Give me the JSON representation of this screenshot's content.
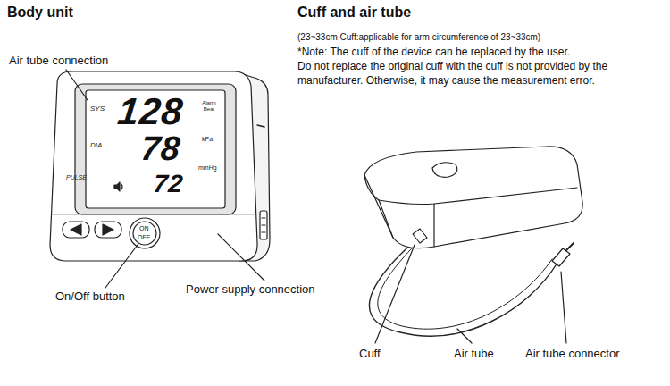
{
  "diagram": {
    "labels": [
      "Body unit",
      "Air tube connection",
      "SYS",
      "128",
      "Alarm Beat",
      "DIA",
      "78",
      "kPa",
      "PULSE",
      "72",
      "mmHg",
      "ON",
      "OFF",
      "On/Off button",
      "Power supply connection",
      "Cuff and air tube",
      "(23~33cm Cuff:applicable for arm circumference of 23~33cm)",
      "*Note: The cuff of the device can be replaced by the user.",
      "Do not replace the original cuff with the cuff is not provided by the manufacturer. Otherwise, it may cause the measurement error.",
      "Cuff",
      "Air tube",
      "Air tube connector"
    ]
  }
}
